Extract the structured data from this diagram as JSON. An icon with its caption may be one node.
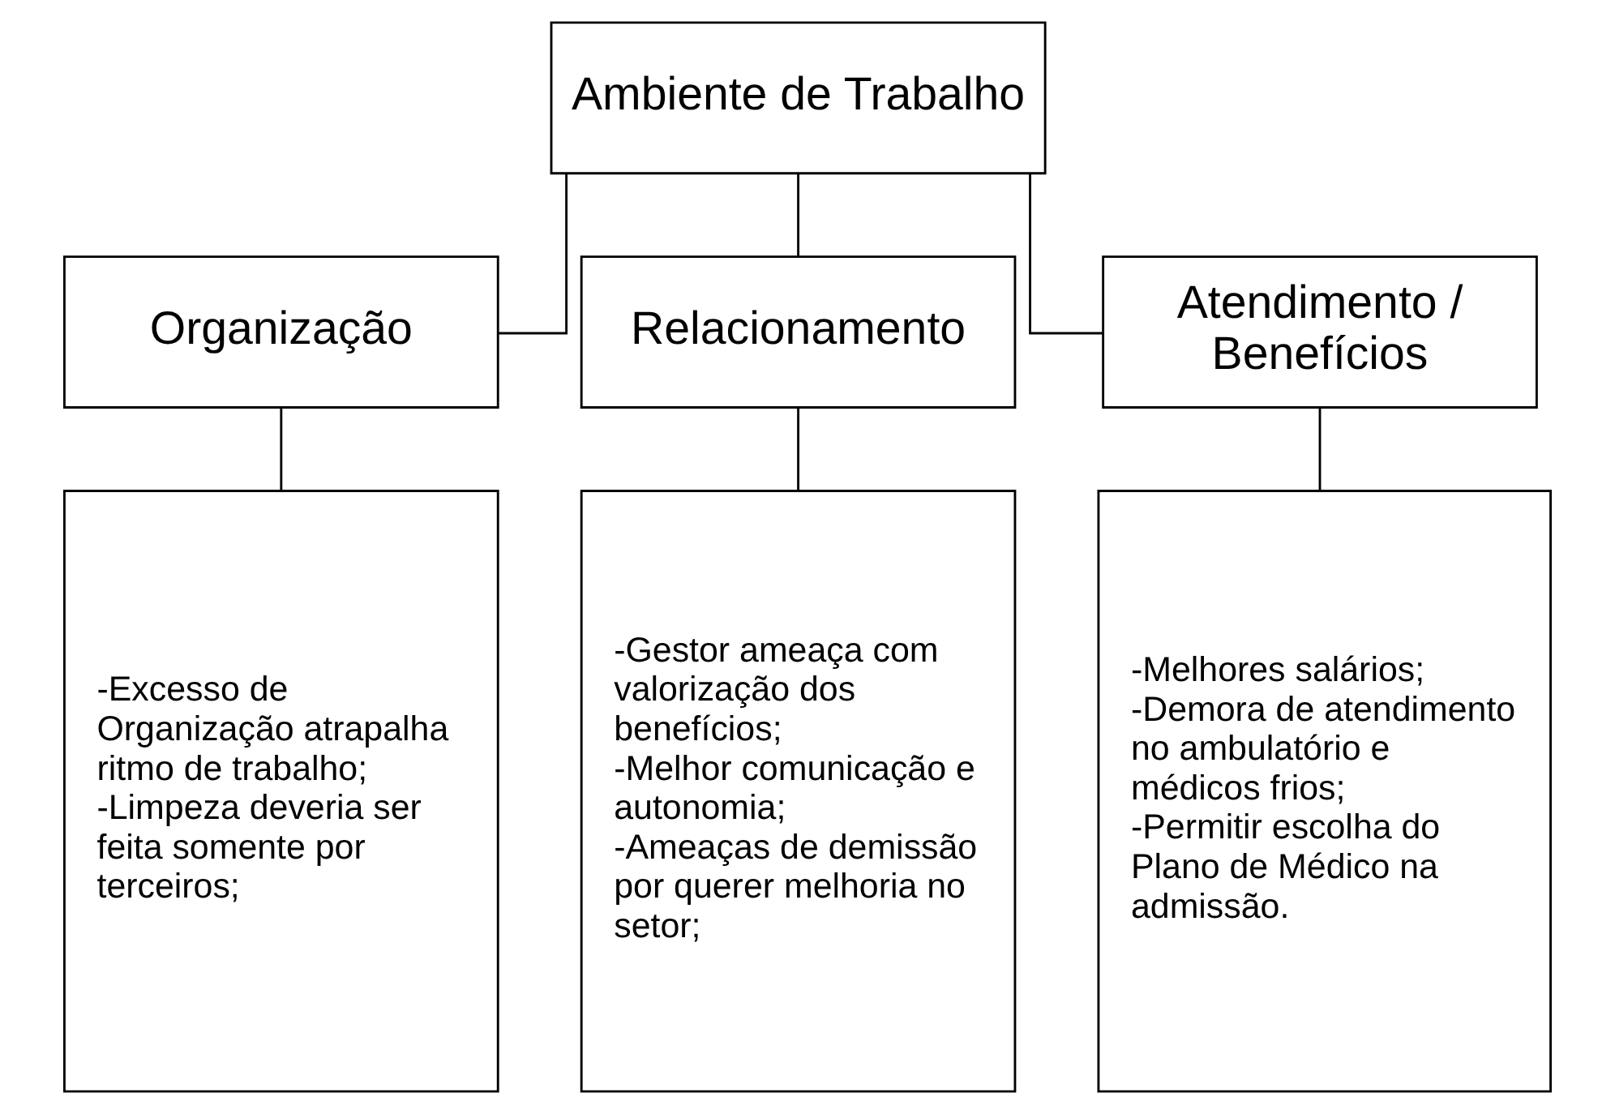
{
  "diagram": {
    "nodes": [
      {
        "text": [
          "Ambiente de Trabalho"
        ]
      },
      {
        "text": [
          "Organização"
        ]
      },
      {
        "text": [
          "Relacionamento"
        ]
      },
      {
        "text": [
          "Atendimento / Benefícios"
        ]
      },
      {
        "text": [
          "-Excesso de Organização atrapalha ritmo de trabalho;",
          "-Limpeza deveria ser feita somente por terceiros;"
        ]
      },
      {
        "text": [
          "-Gestor ameaça com valorização dos benefícios;",
          "-Melhor comunicação e autonomia;",
          "-Ameaças de demissão por querer melhoria no setor;"
        ]
      },
      {
        "text": [
          "-Melhores salários;",
          "-Demora de atendimento no ambulatório e médicos frios;",
          "-Permitir escolha do Plano de Médico na admissão."
        ]
      }
    ],
    "edges": [
      {
        "from": 0,
        "to": 1,
        "arrow": "none"
      },
      {
        "from": 0,
        "to": 2,
        "arrow": "none"
      },
      {
        "from": 0,
        "to": 3,
        "arrow": "none"
      },
      {
        "from": 1,
        "to": 4,
        "arrow": "none"
      },
      {
        "from": 2,
        "to": 5,
        "arrow": "none"
      },
      {
        "from": 3,
        "to": 6,
        "arrow": "none"
      }
    ]
  }
}
